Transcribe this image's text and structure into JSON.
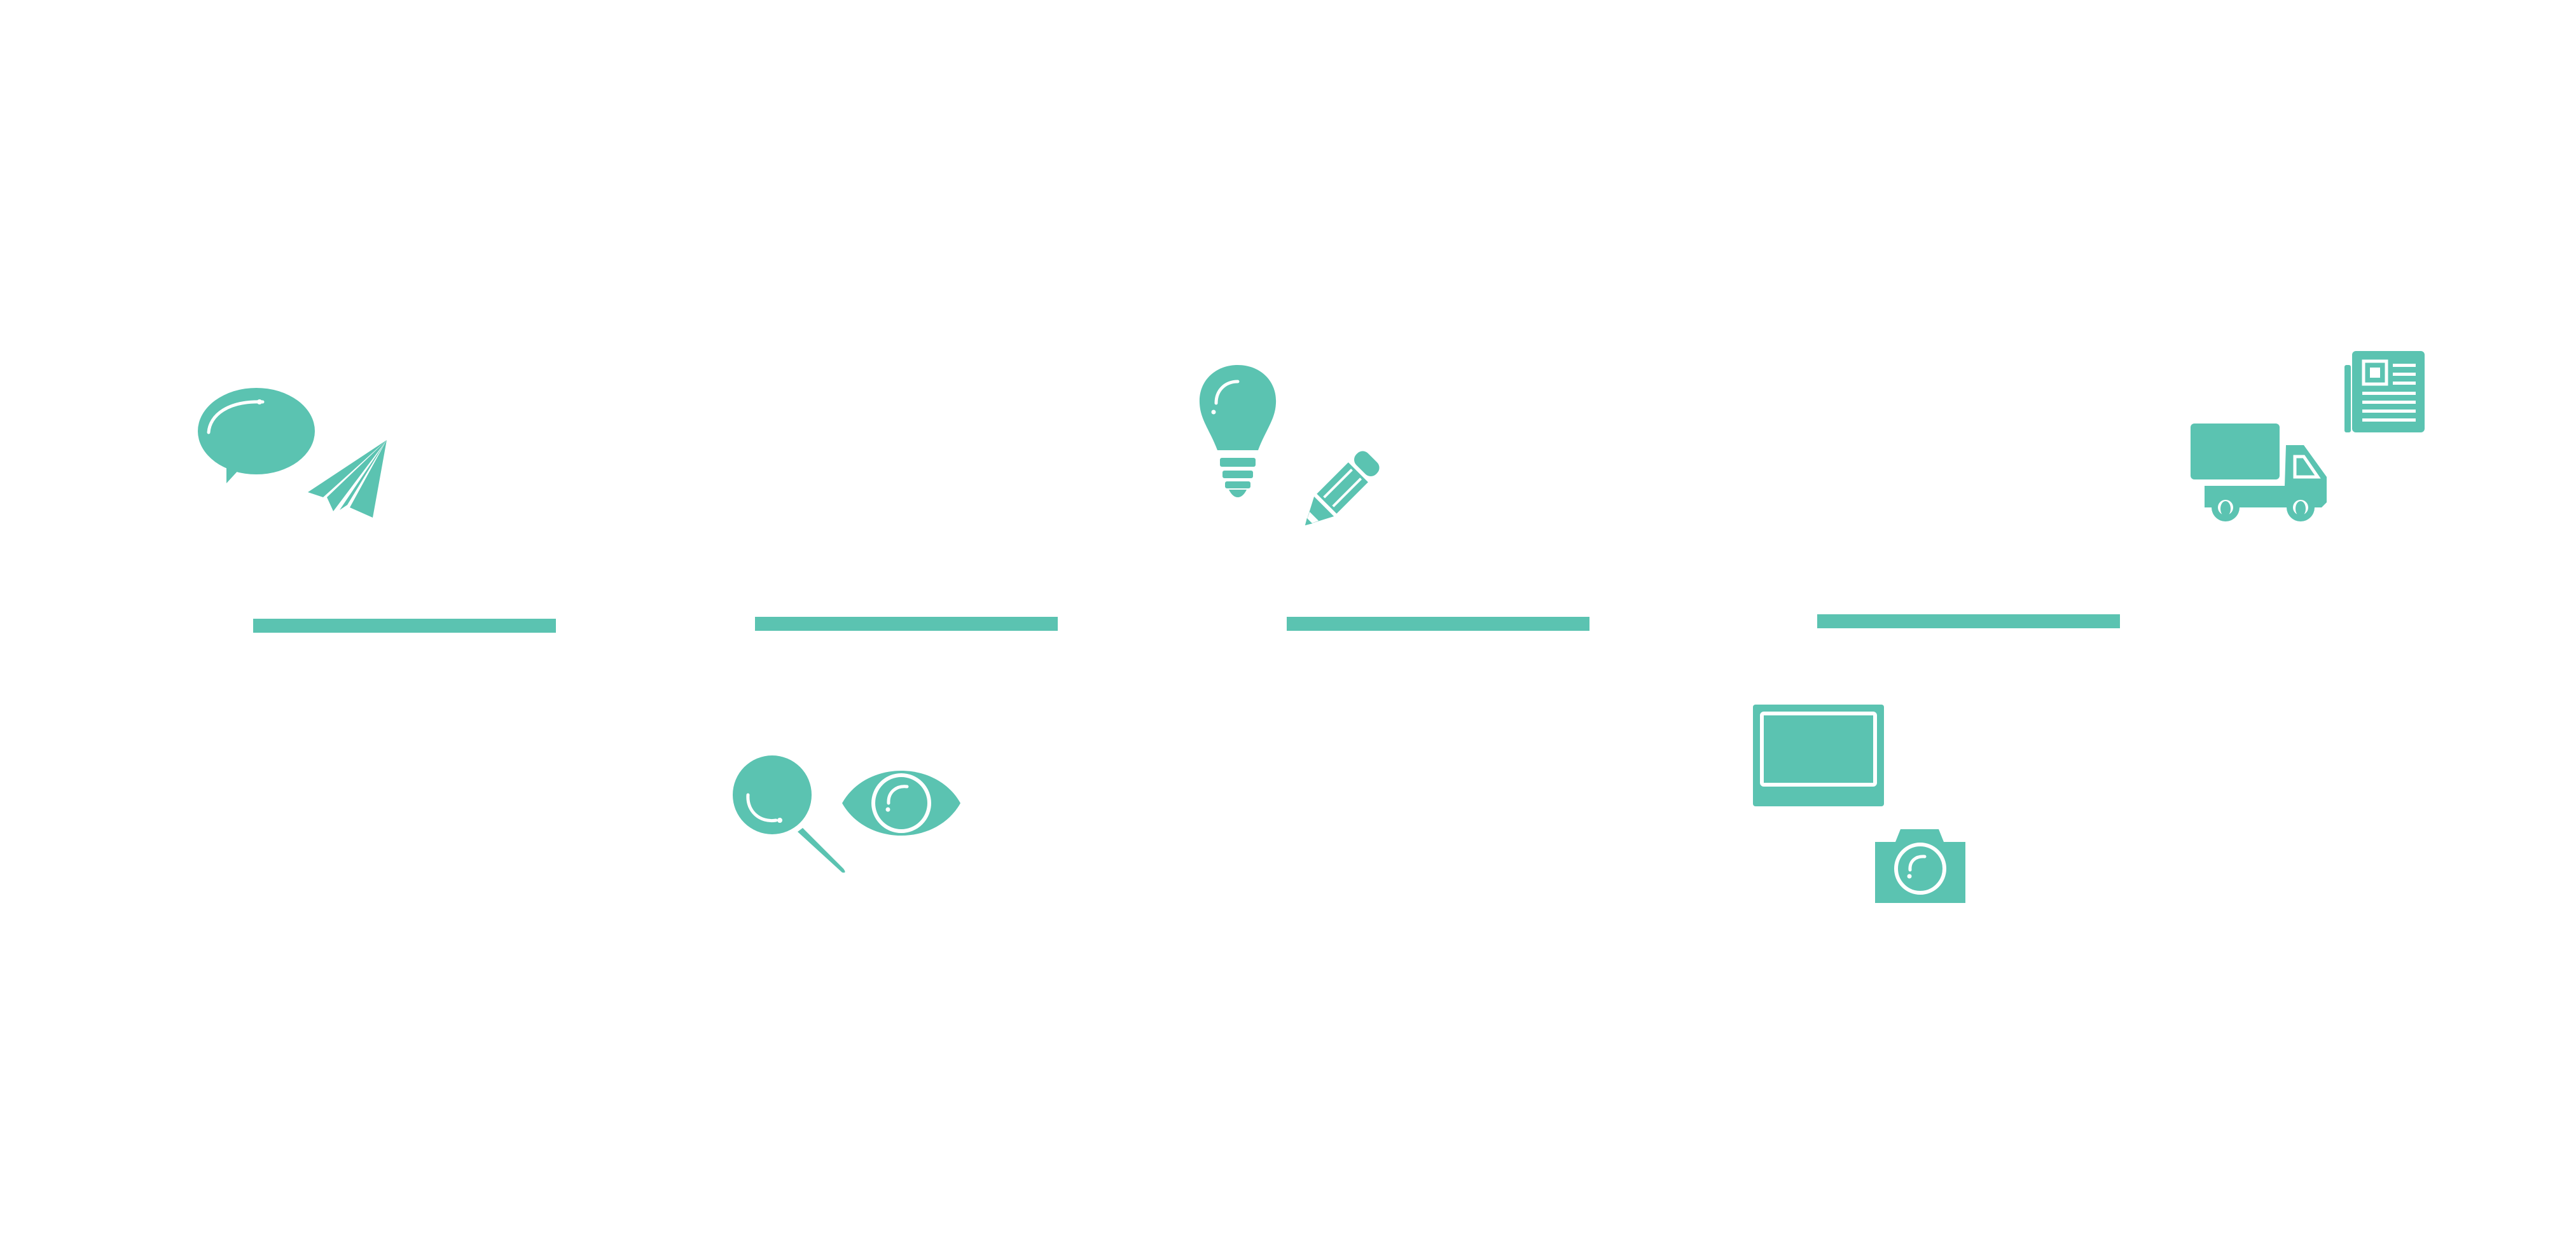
{
  "diagram": {
    "accent_color": "#5bc3b1",
    "background_color": "#ffffff",
    "steps": [
      {
        "id": 1,
        "position": "above",
        "icons": [
          "speech-bubble-icon",
          "paper-plane-icon"
        ]
      },
      {
        "id": 2,
        "position": "below",
        "icons": [
          "magnifier-icon",
          "eye-icon"
        ]
      },
      {
        "id": 3,
        "position": "above",
        "icons": [
          "light-bulb-icon",
          "pencil-icon"
        ]
      },
      {
        "id": 4,
        "position": "below",
        "icons": [
          "monitor-icon",
          "camera-icon"
        ]
      },
      {
        "id": 5,
        "position": "above",
        "icons": [
          "delivery-truck-icon",
          "newspaper-icon"
        ]
      }
    ]
  }
}
